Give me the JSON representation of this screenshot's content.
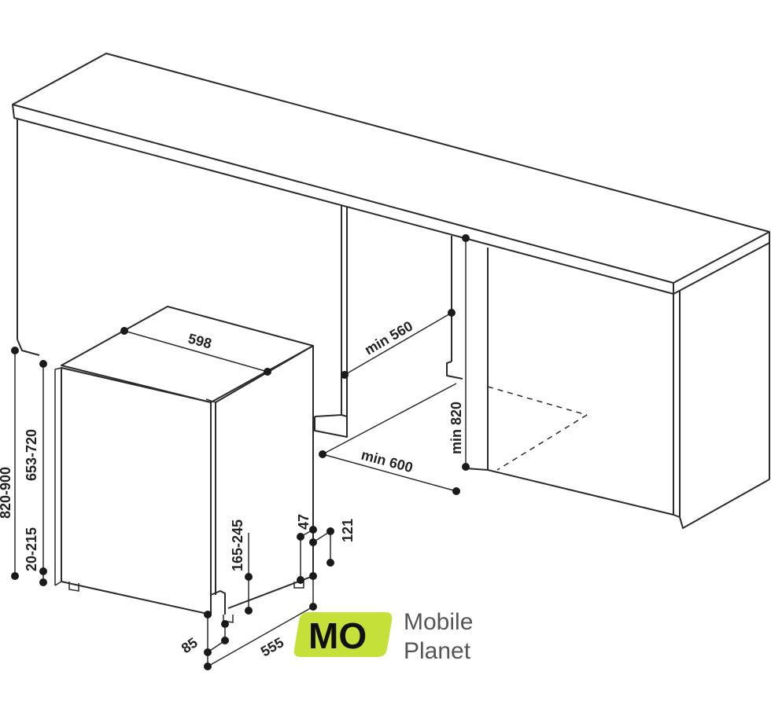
{
  "dimensions": {
    "width_598": "598",
    "height_820_900": "820-900",
    "height_653_720": "653-720",
    "height_20_215": "20-215",
    "plinth_165_245": "165-245",
    "dim_47": "47",
    "dim_121": "121",
    "dim_85": "85",
    "depth_555": "555",
    "min_560": "min 560",
    "min_600": "min 600",
    "min_820": "min 820"
  },
  "brand": {
    "logo_text": "MO",
    "name_line1": "Mobile",
    "name_line2": "Planet",
    "accent_color": "#c6e03a"
  }
}
